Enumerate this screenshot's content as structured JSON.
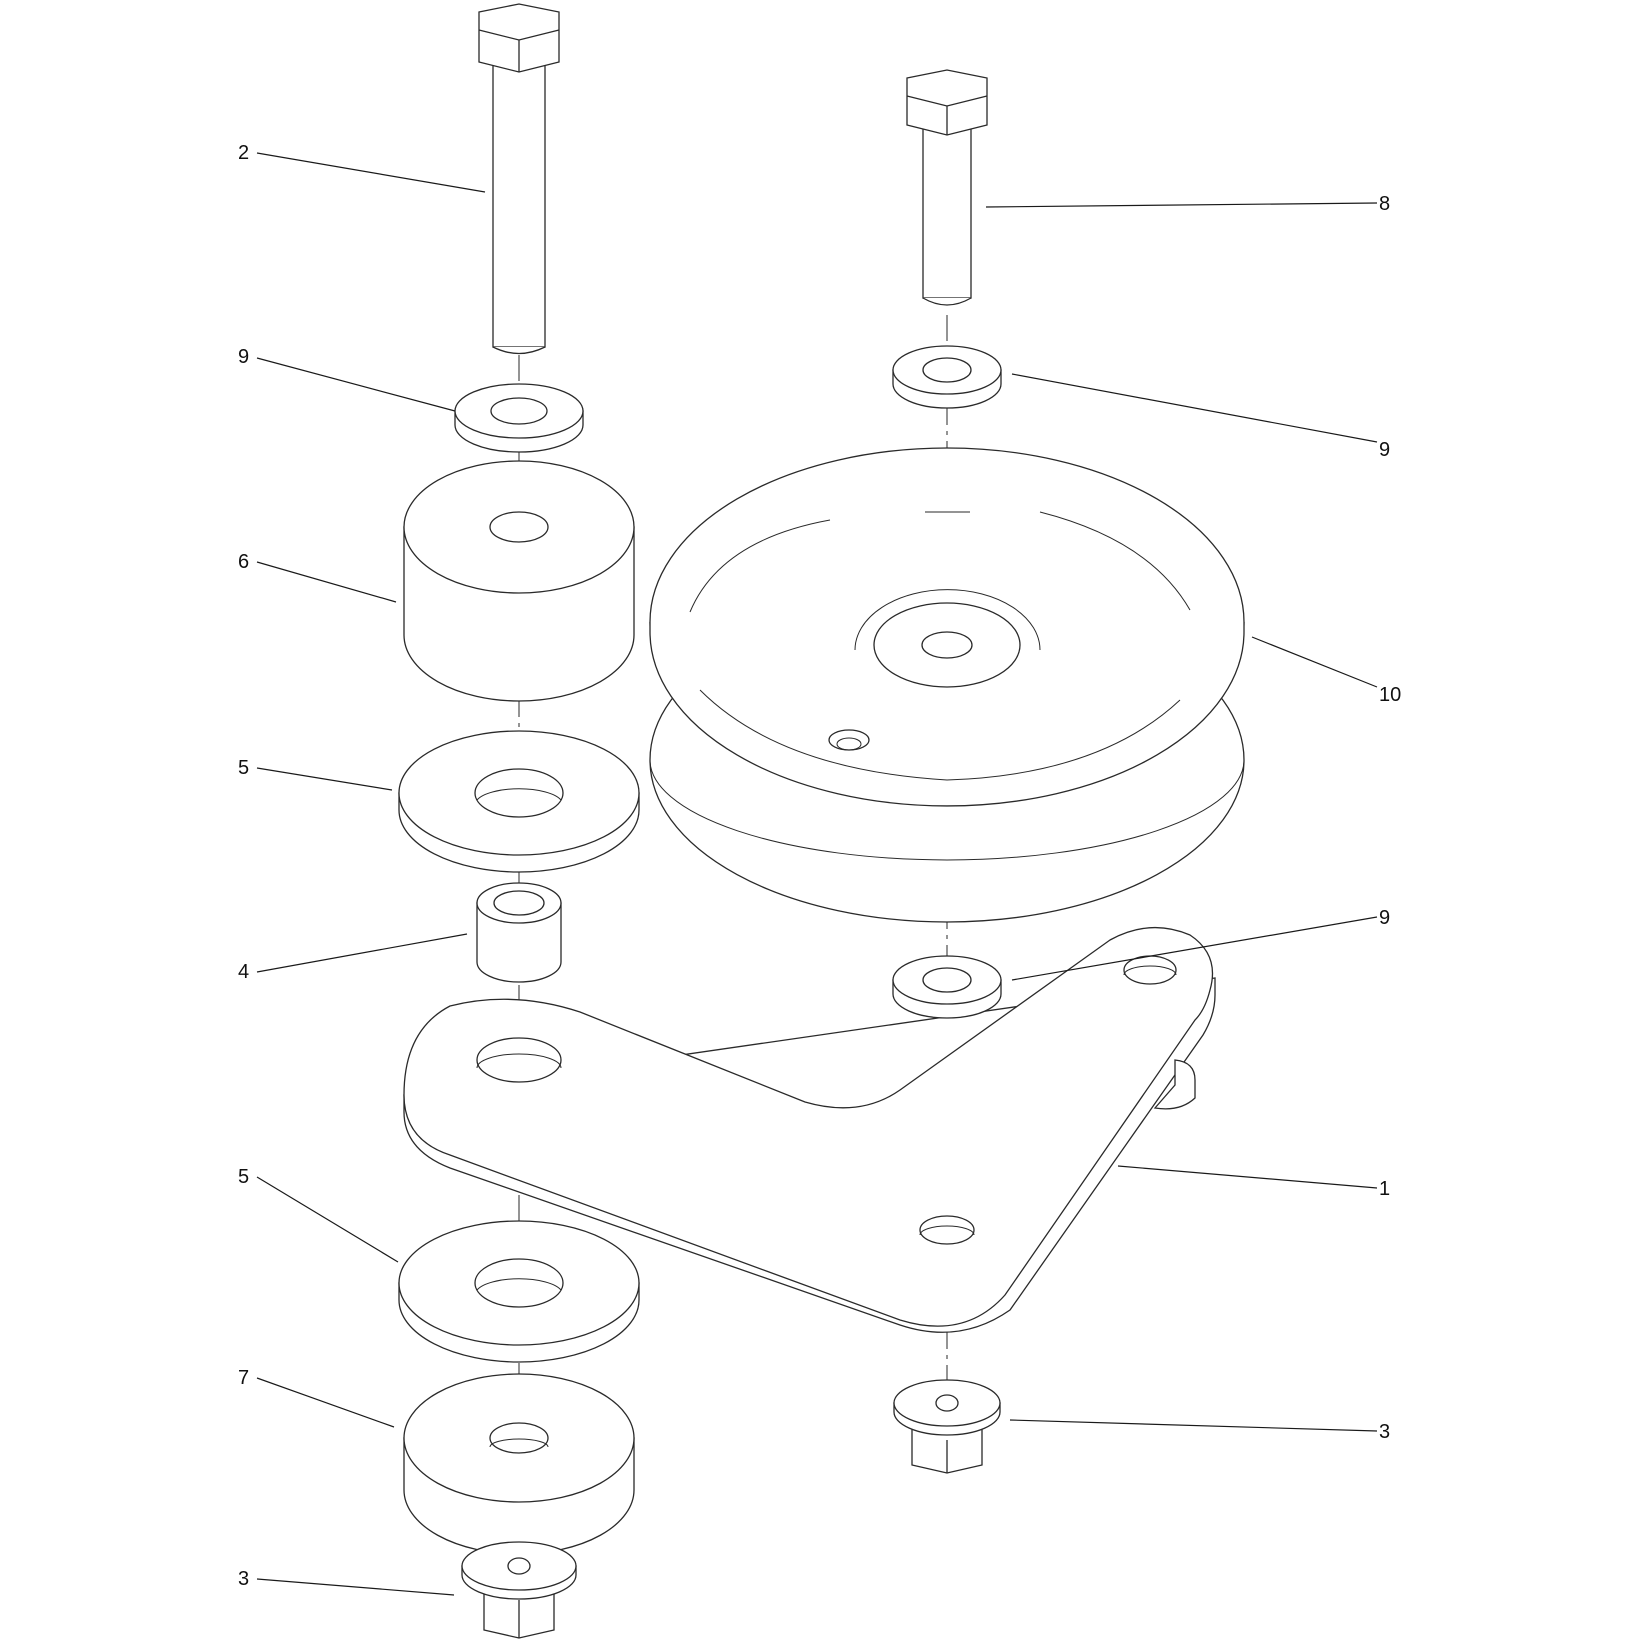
{
  "callouts": {
    "c1": "1",
    "c2": "2",
    "c3a": "3",
    "c3b": "3",
    "c4": "4",
    "c5a": "5",
    "c5b": "5",
    "c6": "6",
    "c7": "7",
    "c8": "8",
    "c9a": "9",
    "c9b": "9",
    "c9c": "9",
    "c10": "10"
  }
}
